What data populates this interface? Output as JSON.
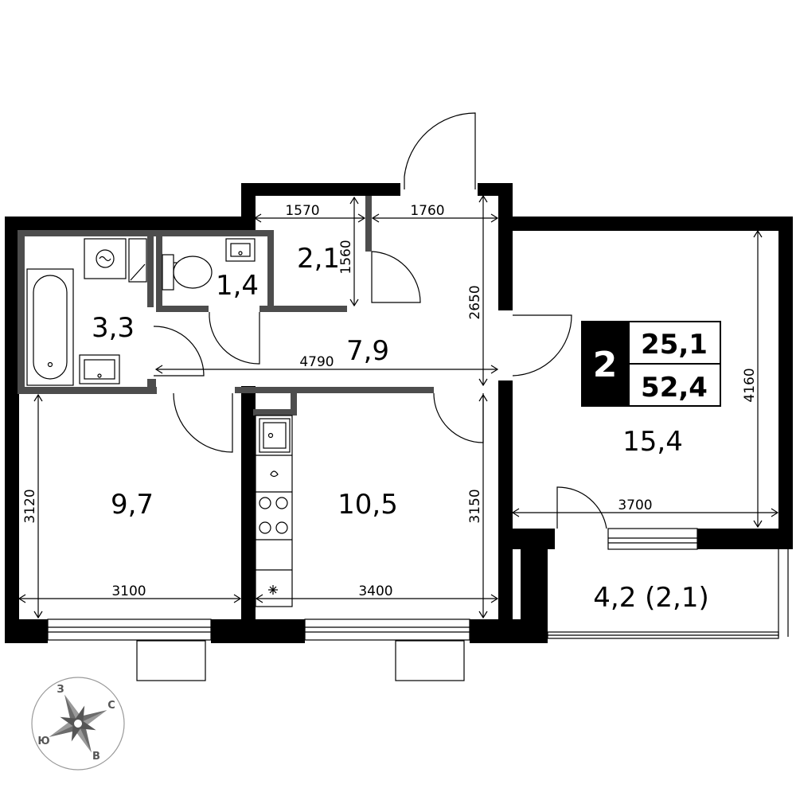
{
  "apartment": {
    "rooms_count": "2",
    "living_area": "25,1",
    "total_area": "52,4"
  },
  "rooms": {
    "bathroom": "3,3",
    "toilet": "1,4",
    "closet": "2,1",
    "hall": "7,9",
    "bedroom_left": "9,7",
    "kitchen": "10,5",
    "living_room": "15,4",
    "balcony": "4,2 (2,1)"
  },
  "dimensions": {
    "closet_width": "1570",
    "hall_top_width": "1760",
    "closet_depth": "1560",
    "hall_depth": "2650",
    "hall_length": "4790",
    "living_depth": "4160",
    "bedroom_depth": "3120",
    "kitchen_depth": "3150",
    "living_width": "3700",
    "bedroom_width": "3100",
    "kitchen_width": "3400"
  },
  "compass": {
    "west": "З",
    "north": "С",
    "east": "В",
    "south": "Ю"
  }
}
